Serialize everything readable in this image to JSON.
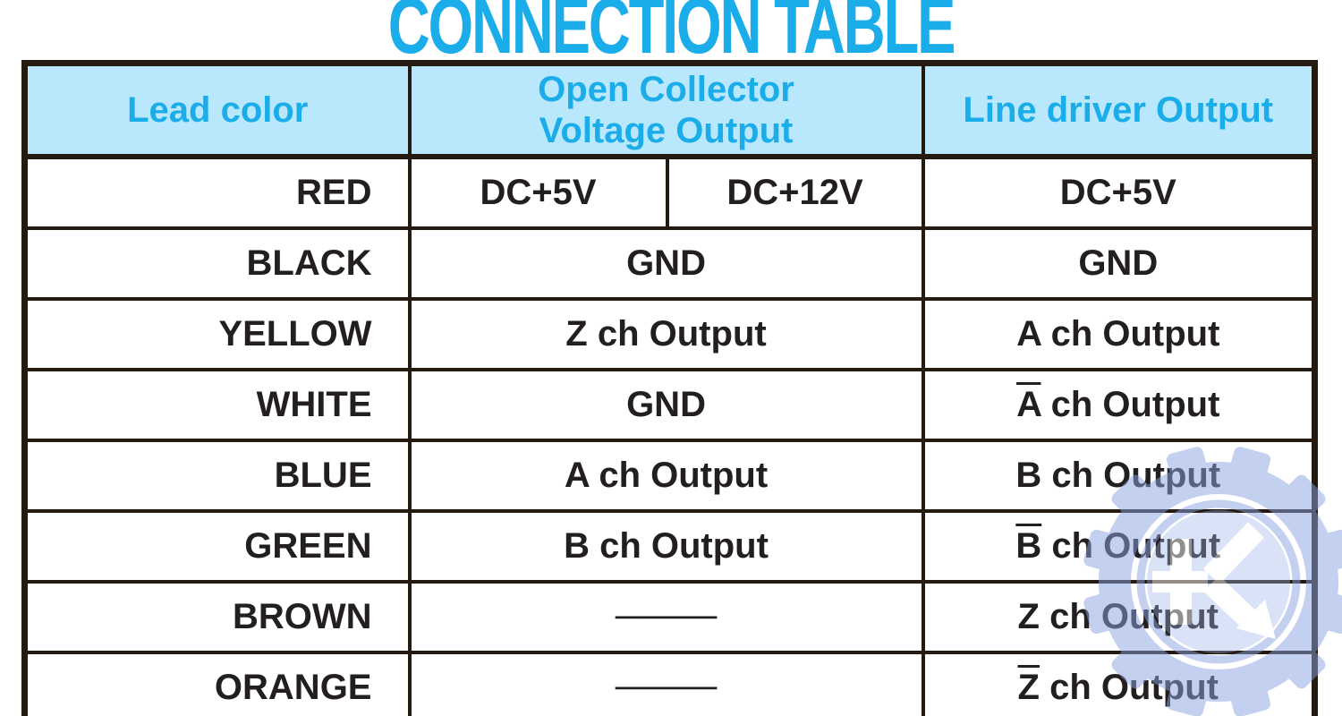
{
  "title": "CONNECTION TABLE",
  "colors": {
    "accent_cyan": "#1badea",
    "lead_text_cyan": "#2bb0ec",
    "header_background": "#b9e7fb",
    "border_dark": "#241a10",
    "body_text": "#231f20",
    "watermark_periwinkle": "#8ba2e0"
  },
  "table": {
    "header": {
      "lead": "Lead color",
      "open_collector": "Open Collector\nVoltage Output",
      "line_driver": "Line driver Output"
    },
    "rows": [
      {
        "lead": "RED",
        "oc_a": "DC+5V",
        "oc_b": "DC+12V",
        "ld_overline": "",
        "ld_text": "DC+5V"
      },
      {
        "lead": "BLACK",
        "oc": "GND",
        "ld_overline": "",
        "ld_text": "GND"
      },
      {
        "lead": "YELLOW",
        "oc": "Z ch Output",
        "ld_overline": "",
        "ld_text": "A ch Output"
      },
      {
        "lead": "WHITE",
        "oc": "GND",
        "ld_overline": "A",
        "ld_text": " ch Output"
      },
      {
        "lead": "BLUE",
        "oc": "A ch Output",
        "ld_overline": "",
        "ld_text": "B ch Output"
      },
      {
        "lead": "GREEN",
        "oc": "B ch Output",
        "ld_overline": "B",
        "ld_text": " ch Output"
      },
      {
        "lead": "BROWN",
        "oc": "────",
        "ld_overline": "",
        "ld_text": "Z ch Output"
      },
      {
        "lead": "ORANGE",
        "oc": "────",
        "ld_overline": "Z",
        "ld_text": " ch Output"
      }
    ]
  },
  "watermark": {
    "icon": "gear-k-arrow-logo"
  }
}
